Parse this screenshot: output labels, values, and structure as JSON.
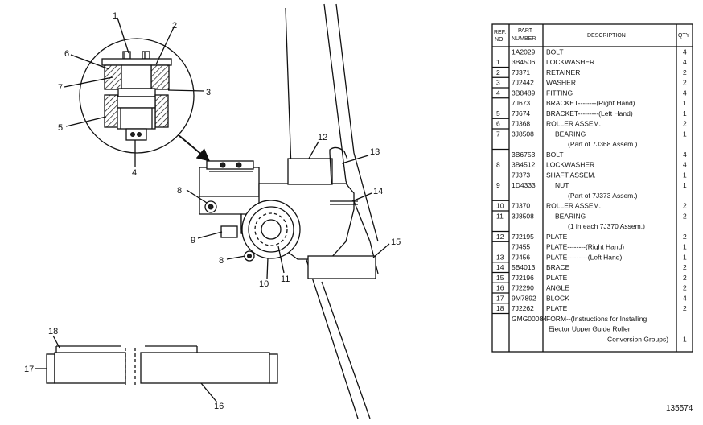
{
  "callouts": {
    "c1": "1",
    "c2": "2",
    "c3": "3",
    "c4": "4",
    "c5": "5",
    "c6": "6",
    "c7": "7",
    "c8a": "8",
    "c8b": "8",
    "c9": "9",
    "c10": "10",
    "c11": "11",
    "c12": "12",
    "c13": "13",
    "c14": "14",
    "c15": "15",
    "c16": "16",
    "c17": "17",
    "c18": "18"
  },
  "drawing_number": "135574",
  "table": {
    "headers": {
      "ref_line1": "REF.",
      "ref_line2": "NO.",
      "part_line1": "PART",
      "part_line2": "NUMBER",
      "desc": "DESCRIPTION",
      "qty": "QTY"
    },
    "rows": [
      {
        "ref": "",
        "part": "1A2029",
        "desc": "BOLT",
        "qty": "4"
      },
      {
        "ref": "1",
        "part": "3B4506",
        "desc": "LOCKWASHER",
        "qty": "4"
      },
      {
        "ref": "2",
        "part": "7J371",
        "desc": "RETAINER",
        "qty": "2"
      },
      {
        "ref": "3",
        "part": "7J2442",
        "desc": "WASHER",
        "qty": "2"
      },
      {
        "ref": "4",
        "part": "3B8489",
        "desc": "FITTING",
        "qty": "4"
      },
      {
        "ref": "",
        "part": "7J673",
        "desc": "BRACKET--------(Right Hand)",
        "qty": "1"
      },
      {
        "ref": "5",
        "part": "7J674",
        "desc": "BRACKET---------(Left Hand)",
        "qty": "1"
      },
      {
        "ref": "6",
        "part": "7J368",
        "desc": "ROLLER ASSEM.",
        "qty": "2"
      },
      {
        "ref": "7",
        "part": "3J8508",
        "desc": "BEARING",
        "qty": "1"
      },
      {
        "ref": "",
        "part": "",
        "desc": "(Part of 7J368 Assem.)",
        "qty": ""
      },
      {
        "ref": "",
        "part": "3B6753",
        "desc": "BOLT",
        "qty": "4"
      },
      {
        "ref": "8",
        "part": "3B4512",
        "desc": "LOCKWASHER",
        "qty": "4"
      },
      {
        "ref": "",
        "part": "7J373",
        "desc": "SHAFT ASSEM.",
        "qty": "1"
      },
      {
        "ref": "9",
        "part": "1D4333",
        "desc": "NUT",
        "qty": "1"
      },
      {
        "ref": "",
        "part": "",
        "desc": "(Part of 7J373 Assem.)",
        "qty": ""
      },
      {
        "ref": "10",
        "part": "7J370",
        "desc": "ROLLER ASSEM.",
        "qty": "2"
      },
      {
        "ref": "11",
        "part": "3J8508",
        "desc": "BEARING",
        "qty": "2"
      },
      {
        "ref": "",
        "part": "",
        "desc": "(1 in each 7J370 Assem.)",
        "qty": ""
      },
      {
        "ref": "12",
        "part": "7J2195",
        "desc": "PLATE",
        "qty": "2"
      },
      {
        "ref": "",
        "part": "7J455",
        "desc": "PLATE--------(Right Hand)",
        "qty": "1"
      },
      {
        "ref": "13",
        "part": "7J456",
        "desc": "PLATE---------(Left Hand)",
        "qty": "1"
      },
      {
        "ref": "14",
        "part": "5B4013",
        "desc": "BRACE",
        "qty": "2"
      },
      {
        "ref": "15",
        "part": "7J2196",
        "desc": "PLATE",
        "qty": "2"
      },
      {
        "ref": "16",
        "part": "7J2290",
        "desc": "ANGLE",
        "qty": "2"
      },
      {
        "ref": "17",
        "part": "9M7892",
        "desc": "BLOCK",
        "qty": "4"
      },
      {
        "ref": "18",
        "part": "7J2262",
        "desc": "PLATE",
        "qty": "2"
      },
      {
        "ref": "",
        "part": "GMG00084",
        "desc": "FORM--(Instructions for Installing",
        "qty": ""
      },
      {
        "ref": "",
        "part": "",
        "desc": "Ejector Upper Guide Roller",
        "qty": ""
      },
      {
        "ref": "",
        "part": "",
        "desc": "Conversion Groups)",
        "qty": "1"
      }
    ]
  }
}
